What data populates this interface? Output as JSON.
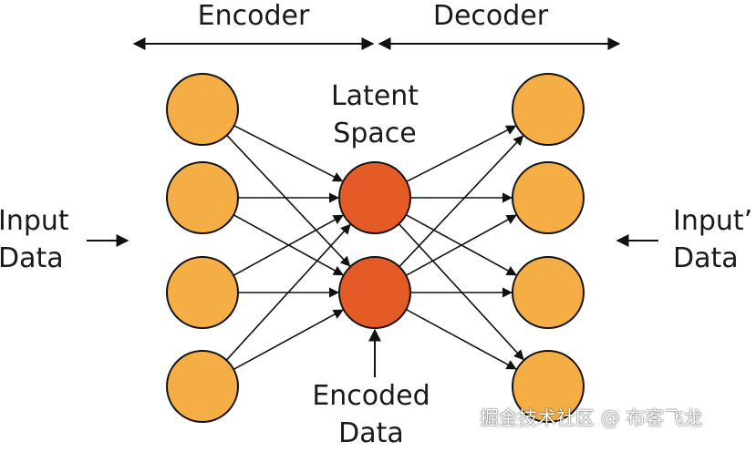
{
  "labels": {
    "encoder": "Encoder",
    "decoder": "Decoder",
    "latent": [
      "Latent",
      "Space"
    ],
    "input": [
      "Input",
      "Data"
    ],
    "output": [
      "Input’",
      "Data"
    ],
    "encoded": [
      "Encoded",
      "Data"
    ]
  },
  "watermark": "掘金技术社区 @ 布客飞龙",
  "colors": {
    "outer_node_fill": "#F5AD45",
    "latent_node_fill": "#E55B26",
    "node_stroke": "#111111",
    "arrow": "#111111"
  },
  "layers": [
    {
      "name": "input-layer",
      "nodes": 4,
      "role": "outer"
    },
    {
      "name": "latent-layer",
      "nodes": 2,
      "role": "latent"
    },
    {
      "name": "output-layer",
      "nodes": 4,
      "role": "outer"
    }
  ]
}
